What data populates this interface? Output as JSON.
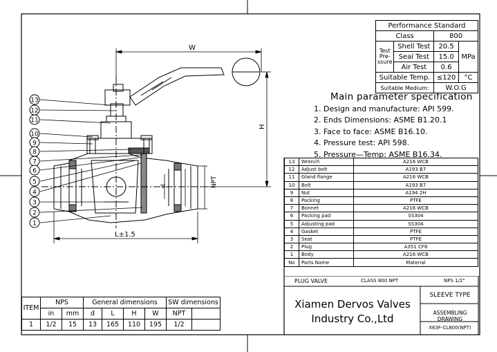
{
  "performance": {
    "title": "Performance Standard",
    "class_label": "Class",
    "class_value": "800",
    "test_label": "Test",
    "pressure_label_1": "Pre-",
    "pressure_label_2": "ssure",
    "shell_test_label": "Shell Test",
    "shell_test_value": "20.5",
    "seal_test_label": "Seal Test",
    "seal_test_value": "15.0",
    "unit_mpa": "MPa",
    "air_test_label": "Air Test",
    "air_test_value": "0.6",
    "temp_label": "Suitable Temp.",
    "temp_value": "≤120",
    "temp_unit": "°C",
    "medium_label": "Suitable Medium:",
    "medium_value": "W.O.G"
  },
  "spec": {
    "title": "Main parameter specification",
    "items": [
      "1. Design and manufacture: API 599.",
      "2. Ends Dimensions: ASME B1.20.1",
      "3. Face to face: ASME B16.10.",
      "4. Pressure test: API 598.",
      "5. Pressure—Temp: ASME B16.34."
    ]
  },
  "parts": {
    "rows": [
      {
        "no": "13",
        "name": "Wrench",
        "material": "A216 WCB"
      },
      {
        "no": "12",
        "name": "Adjust bolt",
        "material": "A193 B7"
      },
      {
        "no": "11",
        "name": "Gland flange",
        "material": "A216 WCB"
      },
      {
        "no": "10",
        "name": "Bolt",
        "material": "A193 B7"
      },
      {
        "no": "9",
        "name": "Nut",
        "material": "A194 2H"
      },
      {
        "no": "8",
        "name": "Packing",
        "material": "PTFE"
      },
      {
        "no": "7",
        "name": "Bonnet",
        "material": "A216 WCB"
      },
      {
        "no": "6",
        "name": "Packing pad",
        "material": "SS304"
      },
      {
        "no": "5",
        "name": "Adjusting pad",
        "material": "SS304"
      },
      {
        "no": "4",
        "name": "Gasket",
        "material": "PTFE"
      },
      {
        "no": "3",
        "name": "Seat",
        "material": "PTFE"
      },
      {
        "no": "2",
        "name": "Plug",
        "material": "A351 CF8"
      },
      {
        "no": "1",
        "name": "Body",
        "material": "A216 WCB"
      }
    ],
    "header": {
      "no": "No",
      "name": "Parts Name",
      "material": "Material"
    }
  },
  "title_block": {
    "product": "PLUG VALVE",
    "class": "CLASS 800 NPT",
    "size": "NPS 1/2\"",
    "company_line1": "Xiamen Dervos Valves",
    "company_line2": "Industry Co.,Ltd",
    "sleeve_type": "SLEEVE TYPE",
    "drawing_type": "ASSEMBLING DRAWING",
    "drawing_no": "X63F-CL800(NPT)"
  },
  "dimensions": {
    "item_label": "ITEM",
    "nps_label": "NPS",
    "general_label": "General dimensions",
    "sw_label": "SW dimensions",
    "in_label": "in",
    "mm_label": "mm",
    "d_label": "d",
    "l_label": "L",
    "h_label": "H",
    "w_label": "W",
    "npt_label": "NPT",
    "row": {
      "item": "1",
      "in": "1/2",
      "mm": "15",
      "d": "13",
      "l": "165",
      "h": "110",
      "w": "195",
      "npt": "1/2"
    }
  },
  "drawing": {
    "callouts": [
      "13",
      "12",
      "11",
      "10",
      "9",
      "8",
      "7",
      "6",
      "5",
      "4",
      "3",
      "2",
      "1"
    ],
    "dim_w": "W",
    "dim_h": "H",
    "dim_l": "L±1.5",
    "dim_d": "d",
    "dim_npt": "NPT"
  }
}
